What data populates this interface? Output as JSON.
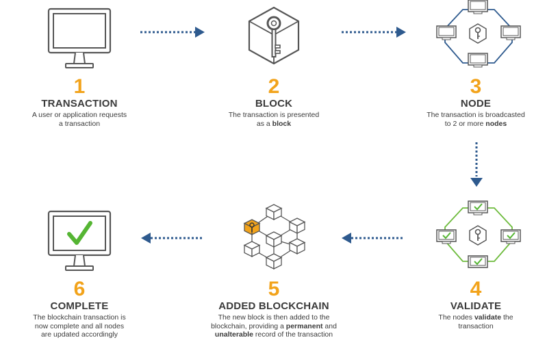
{
  "steps": [
    {
      "num": "1",
      "title": "TRANSACTION",
      "desc": [
        [
          "A user or application requests"
        ],
        [
          "a transaction"
        ]
      ],
      "icon": "monitor-icon"
    },
    {
      "num": "2",
      "title": "BLOCK",
      "desc": [
        [
          "The transaction is presented"
        ],
        [
          "as a ",
          {
            "b": "block"
          }
        ]
      ],
      "icon": "key-cube-icon"
    },
    {
      "num": "3",
      "title": "NODE",
      "desc": [
        [
          "The transaction is broadcasted"
        ],
        [
          "to 2 or more ",
          {
            "b": "nodes"
          }
        ]
      ],
      "icon": "node-network-icon"
    },
    {
      "num": "4",
      "title": "VALIDATE",
      "desc": [
        [
          "The nodes ",
          {
            "b": "validate"
          },
          " the"
        ],
        [
          "transaction"
        ]
      ],
      "icon": "validated-network-icon"
    },
    {
      "num": "5",
      "title": "ADDED BLOCKCHAIN",
      "desc": [
        [
          "The new block is then added to the"
        ],
        [
          "blockchain, providing a ",
          {
            "b": "permanent"
          },
          " and"
        ],
        [
          {
            "b": "unalterable"
          },
          " record of the transaction"
        ]
      ],
      "icon": "blockchain-icon"
    },
    {
      "num": "6",
      "title": "COMPLETE",
      "desc": [
        [
          "The blockchain transaction is"
        ],
        [
          "now complete and all nodes"
        ],
        [
          "are updated accordingly"
        ]
      ],
      "icon": "monitor-check-icon"
    }
  ],
  "colors": {
    "accent": "#f2a31b",
    "arrow": "#2e5a8e",
    "node_line": "#2e5a8e",
    "validate_line": "#6dbb3c",
    "check": "#55b533",
    "icon_stroke": "#555555"
  }
}
